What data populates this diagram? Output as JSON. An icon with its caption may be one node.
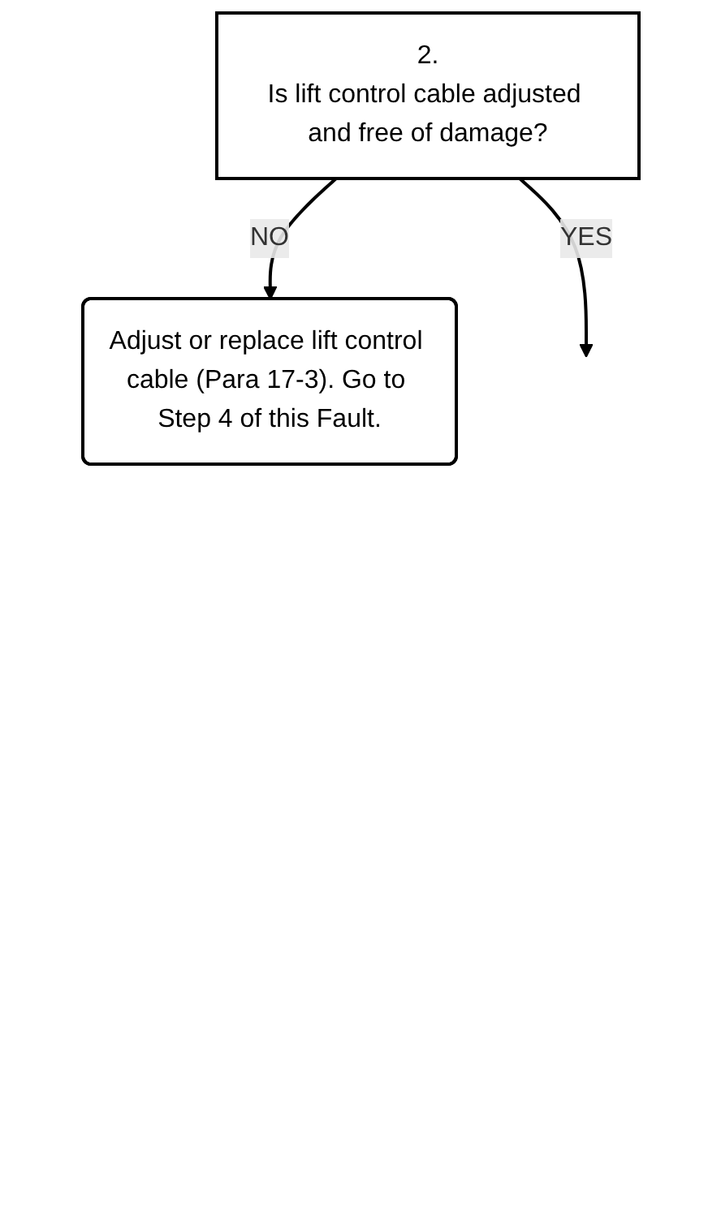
{
  "diagram": {
    "nodes": [
      {
        "text": [
          "2.",
          "Is lift control cable adjusted and free of damage?"
        ]
      },
      {
        "text": [
          "Adjust or replace lift control cable (Para 17-3). Go to Step 4 of this Fault."
        ]
      }
    ],
    "edges": [
      {
        "from": 0,
        "to": 1,
        "arrow": "to",
        "label": "NO"
      },
      {
        "from": 0,
        "to": null,
        "arrow": "to",
        "label": "YES"
      }
    ]
  }
}
